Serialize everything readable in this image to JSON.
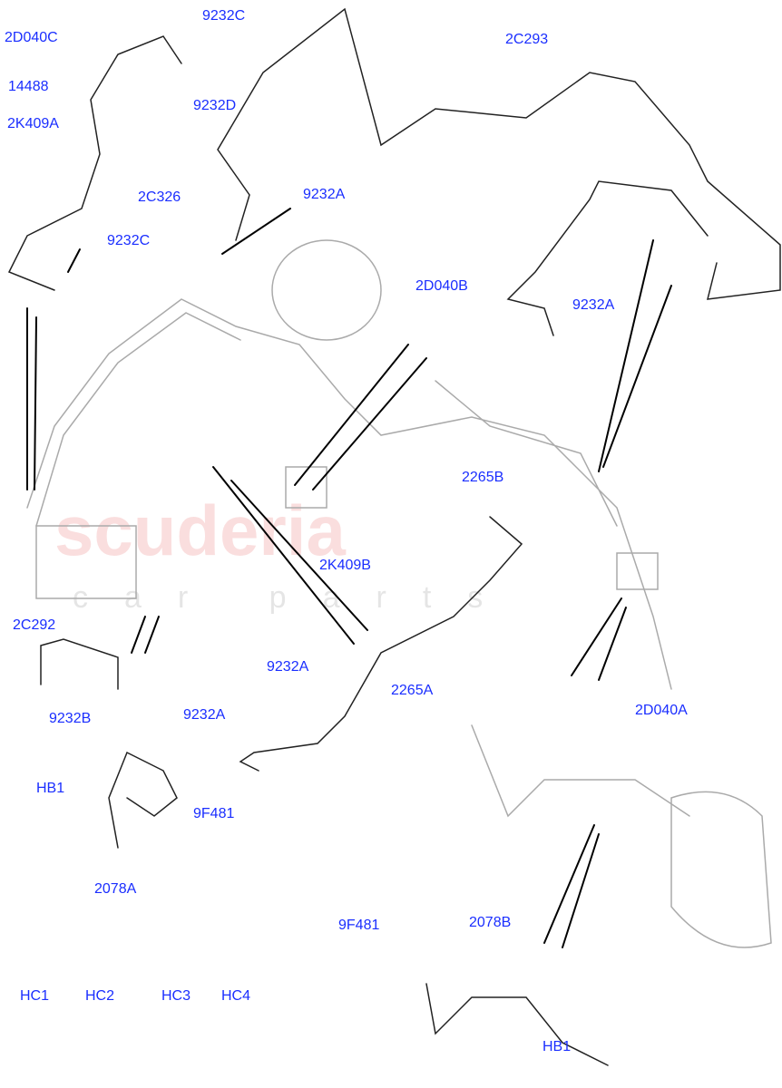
{
  "diagram": {
    "label_color": "#1a2eff",
    "labels": [
      {
        "id": "2d040c",
        "text": "2D040C"
      },
      {
        "id": "9232c-top",
        "text": "9232C"
      },
      {
        "id": "2c293",
        "text": "2C293"
      },
      {
        "id": "14488",
        "text": "14488"
      },
      {
        "id": "9232d",
        "text": "9232D"
      },
      {
        "id": "2k409a",
        "text": "2K409A"
      },
      {
        "id": "2c326",
        "text": "2C326"
      },
      {
        "id": "9232a-top",
        "text": "9232A"
      },
      {
        "id": "9232c-mid",
        "text": "9232C"
      },
      {
        "id": "2d040b",
        "text": "2D040B"
      },
      {
        "id": "9232a-right",
        "text": "9232A"
      },
      {
        "id": "2265b",
        "text": "2265B"
      },
      {
        "id": "2k409b",
        "text": "2K409B"
      },
      {
        "id": "2c292",
        "text": "2C292"
      },
      {
        "id": "9232a-center",
        "text": "9232A"
      },
      {
        "id": "2265a",
        "text": "2265A"
      },
      {
        "id": "9232b",
        "text": "9232B"
      },
      {
        "id": "9232a-left",
        "text": "9232A"
      },
      {
        "id": "2d040a",
        "text": "2D040A"
      },
      {
        "id": "hb1-left",
        "text": "HB1"
      },
      {
        "id": "9f481-left",
        "text": "9F481"
      },
      {
        "id": "2078a",
        "text": "2078A"
      },
      {
        "id": "9f481-right",
        "text": "9F481"
      },
      {
        "id": "2078b",
        "text": "2078B"
      },
      {
        "id": "hc1",
        "text": "HC1"
      },
      {
        "id": "hc2",
        "text": "HC2"
      },
      {
        "id": "hc3",
        "text": "HC3"
      },
      {
        "id": "hc4",
        "text": "HC4"
      },
      {
        "id": "hb1-right",
        "text": "HB1"
      }
    ]
  },
  "watermark": {
    "line1": "scuderia",
    "line2": "car parts"
  }
}
